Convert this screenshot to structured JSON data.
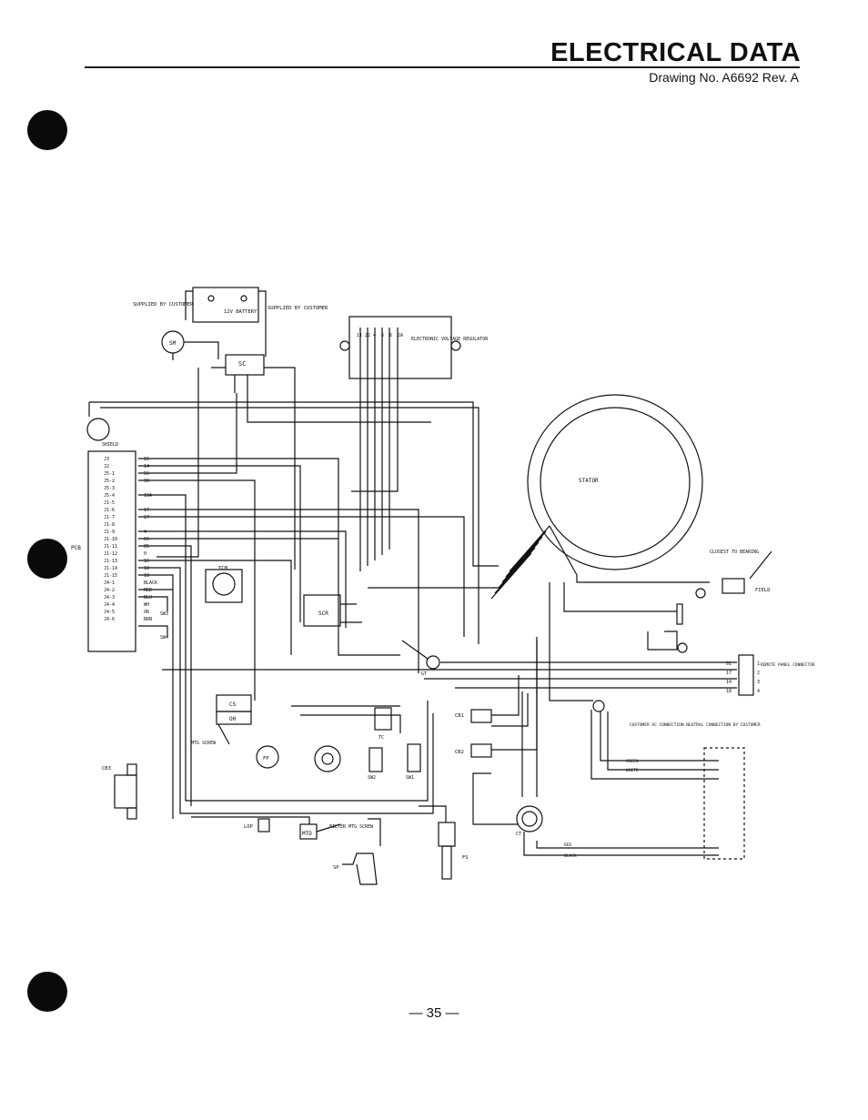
{
  "header": {
    "title": "ELECTRICAL DATA",
    "drawing_number": "Drawing No. A6692 Rev. A"
  },
  "footer": {
    "page_number": "— 35 —"
  },
  "components": {
    "battery": "12V BATTERY",
    "supplied_left": "SUPPLIED BY CUSTOMER",
    "supplied_right": "SUPPLIED BY CUSTOMER",
    "sm": "SM",
    "sc": "SC",
    "regulator": "ELECTRONIC VOLTAGE REGULATOR",
    "stator": "STATOR",
    "shield": "SHIELD",
    "pcb": "PCB",
    "tcm": "TCM",
    "scr": "SCR",
    "cs": "CS",
    "oh": "OH",
    "mtg_screw": "MTG SCREW",
    "fp": "FP",
    "cb3": "CB3",
    "lop": "LOP",
    "mtd": "MTD",
    "filter_screw": "FILTER MTG SCREW",
    "sp": "SP",
    "sw3": "SW3",
    "sw4": "SW4",
    "sw2": "SW2",
    "sw1": "SW1",
    "fs": "FS",
    "tc": "TC",
    "cb1": "CB1",
    "cb2": "CB2",
    "gt": "GT",
    "ct": "CT",
    "field": "FIELD",
    "closest": "CLOSEST TO BEARING",
    "remote_panel": "REMOTE PANEL CONNECTOR",
    "customer_ac": "CUSTOMER AC CONNECTION NEUTRAL CONNECTION BY CUSTOMER",
    "green": "GREEN",
    "white": "WHITE",
    "red": "RED",
    "black": "BLACK"
  },
  "pcb_pins": [
    {
      "pin": "J3",
      "wire": "15"
    },
    {
      "pin": "J2",
      "wire": "14"
    },
    {
      "pin": "J5-1",
      "wire": "56"
    },
    {
      "pin": "J5-2",
      "wire": "90"
    },
    {
      "pin": "J5-3",
      "wire": ""
    },
    {
      "pin": "J5-4",
      "wire": "18A"
    },
    {
      "pin": "J1-5",
      "wire": ""
    },
    {
      "pin": "J1-6",
      "wire": "17"
    },
    {
      "pin": "J1-7",
      "wire": "17"
    },
    {
      "pin": "J1-8",
      "wire": ""
    },
    {
      "pin": "J1-9",
      "wire": "4"
    },
    {
      "pin": "J1-10",
      "wire": "66"
    },
    {
      "pin": "J1-11",
      "wire": "85"
    },
    {
      "pin": "J1-12",
      "wire": "0"
    },
    {
      "pin": "J1-13",
      "wire": "16"
    },
    {
      "pin": "J1-14",
      "wire": "18"
    },
    {
      "pin": "J1-15",
      "wire": "18"
    },
    {
      "pin": "J4-1",
      "wire": "BLACK"
    },
    {
      "pin": "J4-2",
      "wire": "RED"
    },
    {
      "pin": "J4-3",
      "wire": "BLU"
    },
    {
      "pin": "J4-4",
      "wire": "WH"
    },
    {
      "pin": "J4-5",
      "wire": "OR"
    },
    {
      "pin": "J4-6",
      "wire": "BRN"
    }
  ],
  "remote_pins": [
    {
      "wire": "01",
      "pin": "1"
    },
    {
      "wire": "17",
      "pin": "2"
    },
    {
      "wire": "14",
      "pin": "3"
    },
    {
      "wire": "18",
      "pin": "4"
    }
  ],
  "regulator_terminals": [
    "11",
    "22",
    "4",
    "6",
    "6",
    "2A"
  ]
}
